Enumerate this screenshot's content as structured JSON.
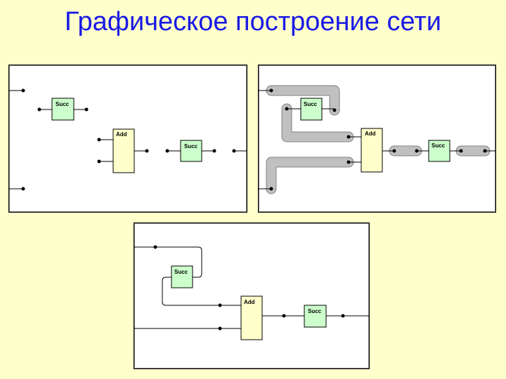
{
  "title": "Графическое построение сети",
  "colors": {
    "background": "#FFFFCC",
    "title": "#1A1AE6",
    "succ_fill": "#CCFFCC",
    "add_fill": "#FFFFCC",
    "highlight": "#C0C0C0"
  },
  "panels": [
    {
      "id": "panel-a",
      "blocks": [
        {
          "type": "succ",
          "label": "Succ"
        },
        {
          "type": "add",
          "label": "Add"
        },
        {
          "type": "succ",
          "label": "Succ"
        }
      ]
    },
    {
      "id": "panel-b",
      "blocks": [
        {
          "type": "succ",
          "label": "Succ"
        },
        {
          "type": "add",
          "label": "Add"
        },
        {
          "type": "succ",
          "label": "Succ"
        }
      ]
    },
    {
      "id": "panel-c",
      "blocks": [
        {
          "type": "succ",
          "label": "Succ"
        },
        {
          "type": "add",
          "label": "Add"
        },
        {
          "type": "succ",
          "label": "Succ"
        }
      ]
    }
  ]
}
